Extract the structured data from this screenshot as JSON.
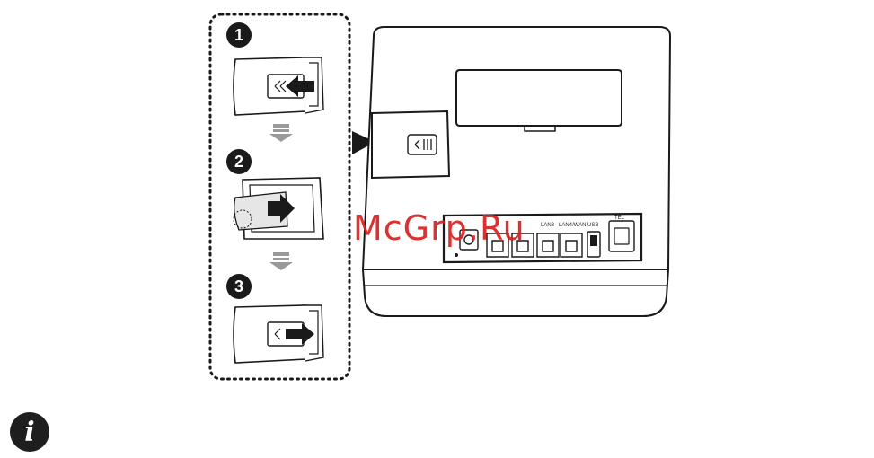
{
  "steps": [
    {
      "number": "1"
    },
    {
      "number": "2"
    },
    {
      "number": "3"
    }
  ],
  "watermark": "McGrp.Ru",
  "router": {
    "ports": {
      "lan3": "LAN3",
      "lan4_wan": "LAN4/WAN",
      "usb": "USB",
      "tel": "TEL"
    }
  },
  "info": {
    "icon": "info-icon",
    "glyph": "i"
  },
  "colors": {
    "ink": "#1a1a1a",
    "arrow_gray": "#9a9a9a",
    "watermark": "#d92020"
  }
}
